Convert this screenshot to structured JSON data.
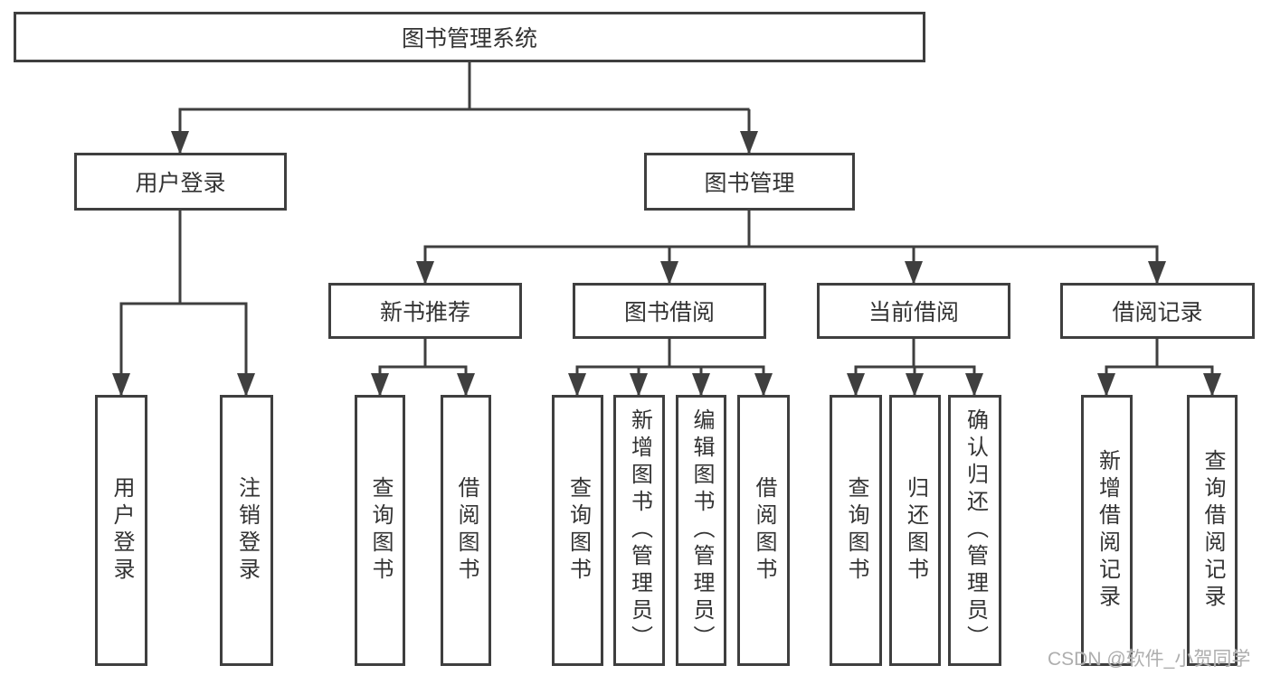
{
  "diagram": {
    "root": "图书管理系统",
    "user": {
      "label": "用户登录",
      "children": [
        "用户登录",
        "注销登录"
      ]
    },
    "book": {
      "label": "图书管理",
      "sections": [
        {
          "label": "新书推荐",
          "children": [
            "查询图书",
            "借阅图书"
          ]
        },
        {
          "label": "图书借阅",
          "children": [
            "查询图书",
            "新增图书（管理员）",
            "编辑图书（管理员）",
            "借阅图书"
          ]
        },
        {
          "label": "当前借阅",
          "children": [
            "查询图书",
            "归还图书",
            "确认归还（管理员）"
          ]
        },
        {
          "label": "借阅记录",
          "children": [
            "新增借阅记录",
            "查询借阅记录"
          ]
        }
      ]
    }
  },
  "colors": {
    "line": "#3f3f3f",
    "text": "#333333",
    "watermark": "#aeaeae"
  },
  "watermark": "CSDN @软件_小贺同学"
}
